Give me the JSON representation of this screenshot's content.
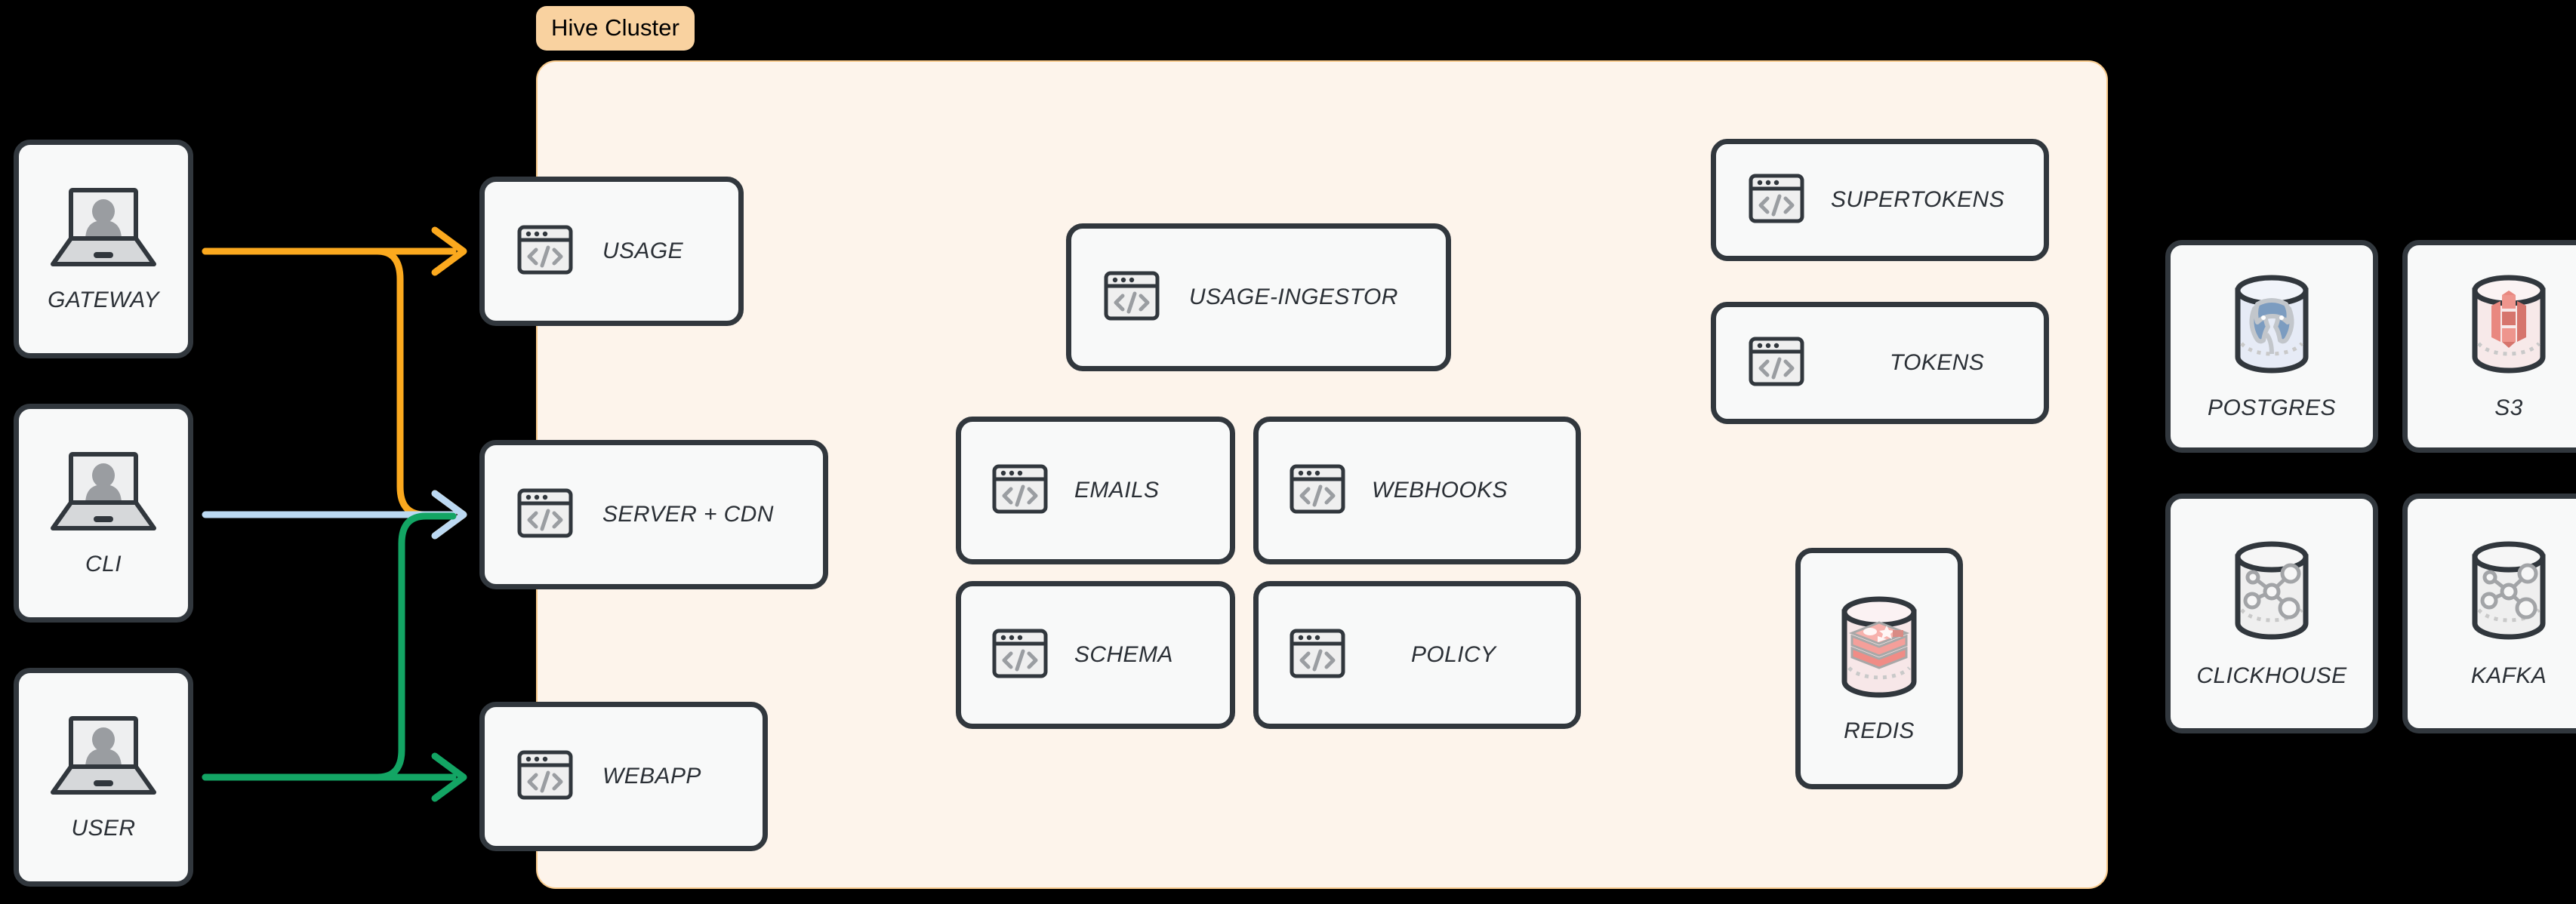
{
  "cluster": {
    "tag_label": "Hive Cluster",
    "panel_bg": "#FDF4EB",
    "panel_border": "#F7C98B",
    "tag_bg": "#F9D2A0"
  },
  "clients": [
    {
      "id": "gateway",
      "label": "GATEWAY",
      "icon": "laptop-user-icon"
    },
    {
      "id": "cli",
      "label": "CLI",
      "icon": "laptop-user-icon"
    },
    {
      "id": "user",
      "label": "USER",
      "icon": "laptop-user-icon"
    }
  ],
  "edge_services": [
    {
      "id": "usage",
      "label": "USAGE",
      "icon": "code-window-icon"
    },
    {
      "id": "server-cdn",
      "label": "SERVER + CDN",
      "icon": "code-window-icon"
    },
    {
      "id": "webapp",
      "label": "WEBAPP",
      "icon": "code-window-icon"
    }
  ],
  "core_services": [
    {
      "id": "usage-ingestor",
      "label": "USAGE-INGESTOR",
      "icon": "code-window-icon"
    },
    {
      "id": "emails",
      "label": "EMAILS",
      "icon": "code-window-icon"
    },
    {
      "id": "webhooks",
      "label": "WEBHOOKS",
      "icon": "code-window-icon"
    },
    {
      "id": "schema",
      "label": "SCHEMA",
      "icon": "code-window-icon"
    },
    {
      "id": "policy",
      "label": "POLICY",
      "icon": "code-window-icon"
    }
  ],
  "auth_services": [
    {
      "id": "supertokens",
      "label": "SUPERTOKENS",
      "icon": "code-window-icon"
    },
    {
      "id": "tokens",
      "label": "TOKENS",
      "icon": "code-window-icon"
    }
  ],
  "cluster_datastores": [
    {
      "id": "redis",
      "label": "REDIS",
      "icon": "redis-cylinder-icon"
    }
  ],
  "external_datastores": [
    {
      "id": "postgres",
      "label": "POSTGRES",
      "icon": "postgres-cylinder-icon"
    },
    {
      "id": "s3",
      "label": "S3",
      "icon": "s3-cylinder-icon"
    },
    {
      "id": "clickhouse",
      "label": "CLICKHOUSE",
      "icon": "graph-cylinder-icon"
    },
    {
      "id": "kafka",
      "label": "KAFKA",
      "icon": "graph-cylinder-icon"
    }
  ],
  "connections": [
    {
      "id": "gateway-usage",
      "from": "GATEWAY",
      "to": "USAGE",
      "color": "#FBA91E"
    },
    {
      "id": "gateway-server-cdn",
      "from": "GATEWAY",
      "to": "SERVER + CDN",
      "color": "#FBA91E"
    },
    {
      "id": "cli-server-cdn",
      "from": "CLI",
      "to": "SERVER + CDN",
      "color": "#BCD9F2"
    },
    {
      "id": "user-server-cdn",
      "from": "USER",
      "to": "SERVER + CDN",
      "color": "#13A564"
    },
    {
      "id": "user-webapp",
      "from": "USER",
      "to": "WEBAPP",
      "color": "#13A564"
    }
  ]
}
